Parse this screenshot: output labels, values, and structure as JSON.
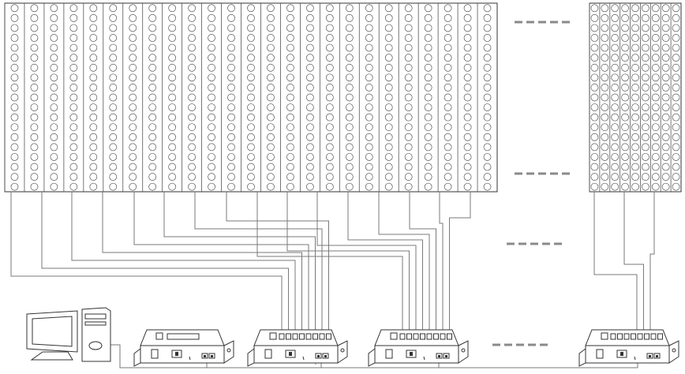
{
  "diagram": {
    "led_panels": [
      {
        "name": "led-panel-main",
        "columns": 25,
        "rows": 19
      },
      {
        "name": "led-panel-last",
        "columns": 9,
        "rows": 19
      }
    ],
    "controllers": [
      {
        "name": "controller-sender",
        "type": "sender"
      },
      {
        "name": "controller-receiver-1",
        "type": "receiver",
        "ports": 8
      },
      {
        "name": "controller-receiver-2",
        "type": "receiver",
        "ports": 8
      },
      {
        "name": "controller-receiver-last",
        "type": "receiver",
        "ports": 8
      }
    ],
    "icons": [
      "monitor-icon",
      "computer-tower-icon",
      "continuation-dashes-icon"
    ],
    "colors": {
      "line": "#7a7a7a",
      "outline": "#333333",
      "background": "#ffffff"
    }
  }
}
